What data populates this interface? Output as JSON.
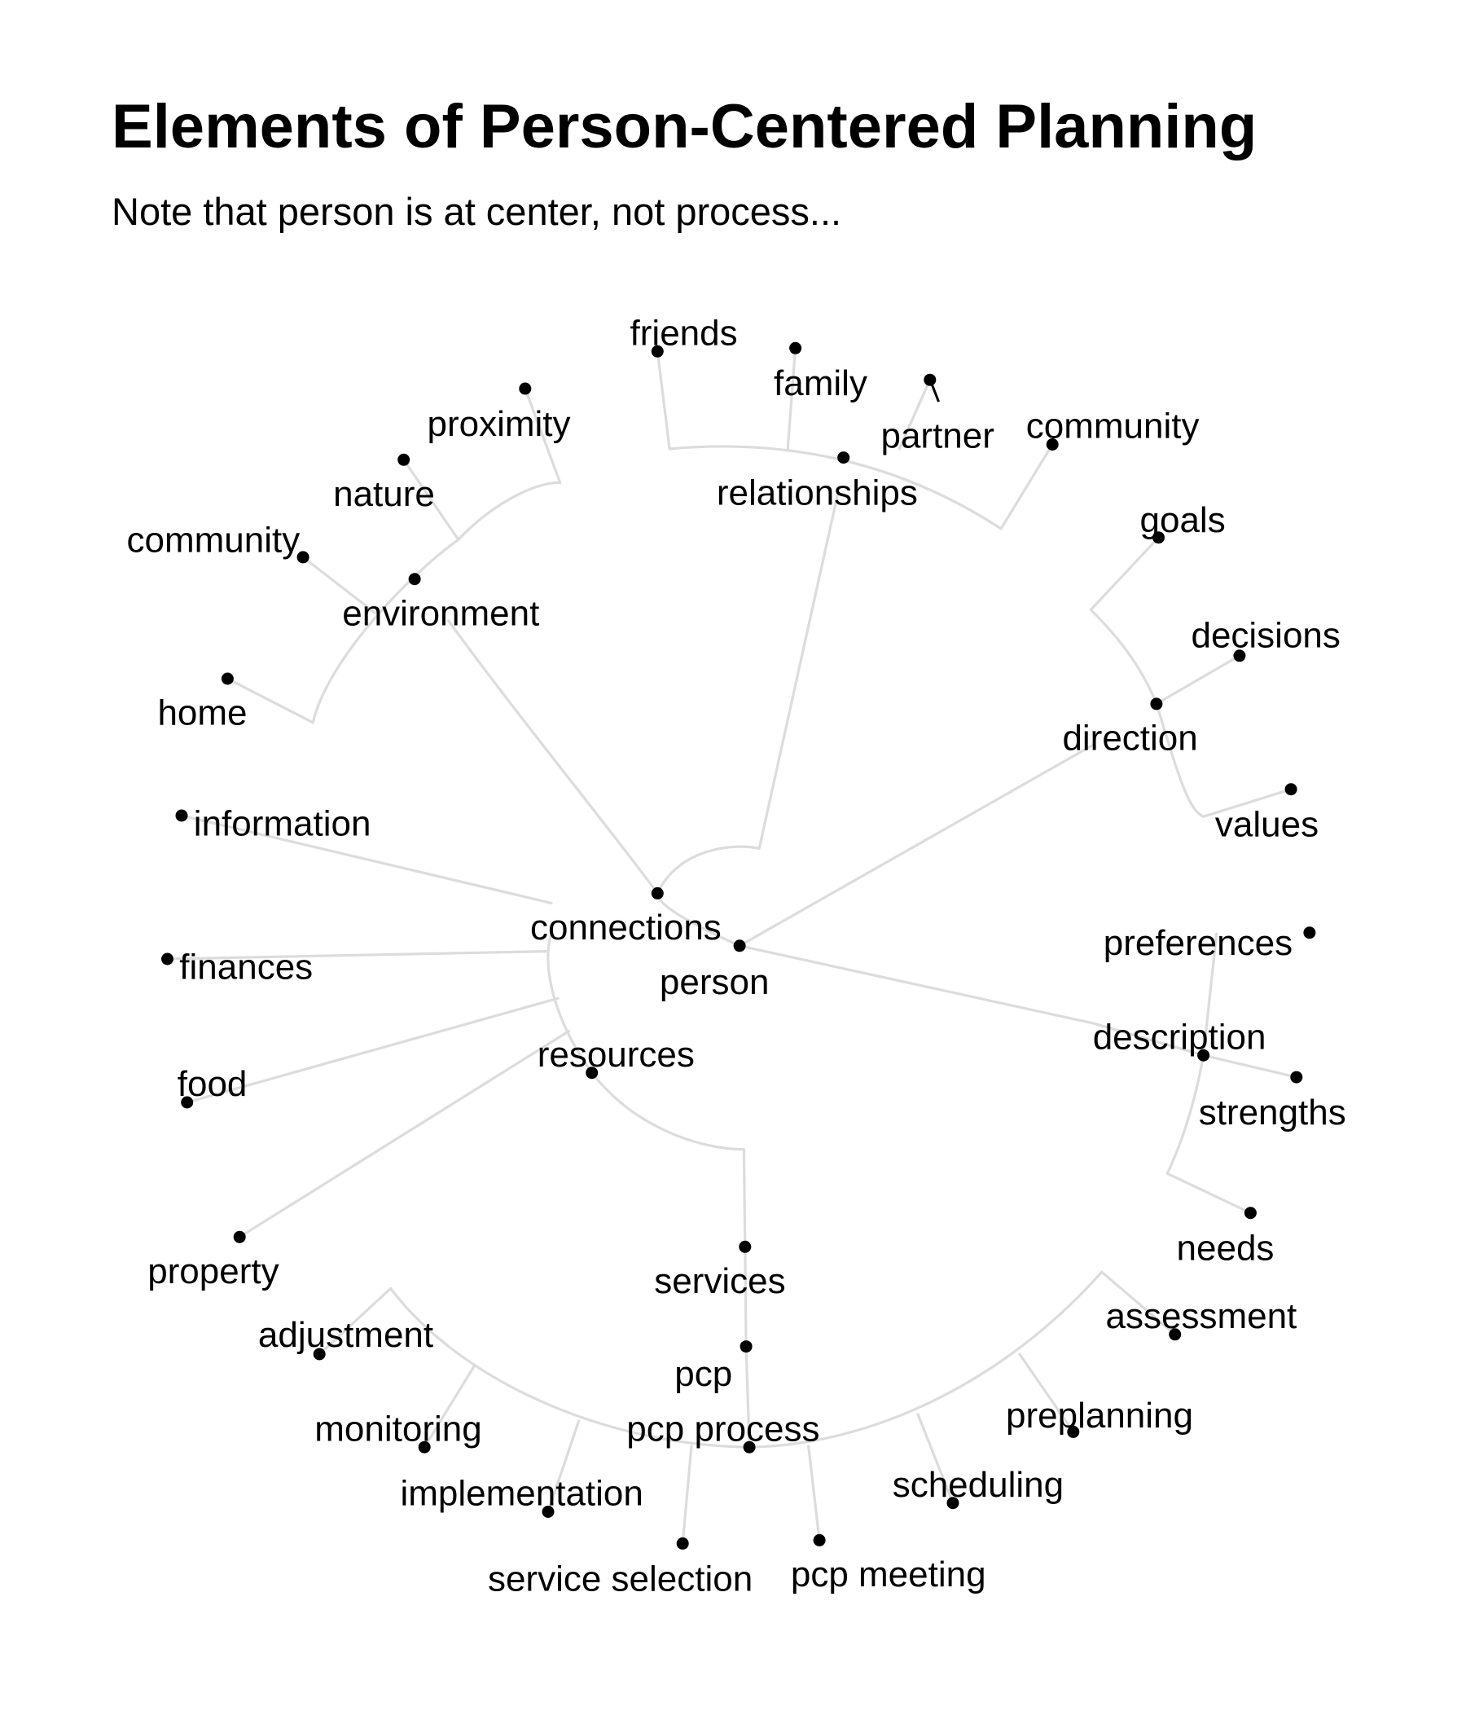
{
  "title": "Elements of Person-Centered Planning",
  "subtitle": "Note that person is at center, not process...",
  "colors": {
    "edge": "#dcdcdc",
    "node": "#000000",
    "text": "#000000",
    "background": "#ffffff"
  },
  "tree": {
    "label": "person",
    "children": [
      {
        "label": "connections",
        "children": [
          {
            "label": "relationships",
            "children": [
              {
                "label": "friends"
              },
              {
                "label": "family"
              },
              {
                "label": "partner"
              },
              {
                "label": "community"
              }
            ]
          },
          {
            "label": "environment",
            "children": [
              {
                "label": "proximity"
              },
              {
                "label": "nature"
              },
              {
                "label": "community"
              },
              {
                "label": "home"
              }
            ]
          }
        ]
      },
      {
        "label": "resources",
        "children": [
          {
            "label": "information"
          },
          {
            "label": "finances"
          },
          {
            "label": "food"
          },
          {
            "label": "property"
          },
          {
            "label": "services",
            "children": [
              {
                "label": "pcp",
                "children": [
                  {
                    "label": "pcp process",
                    "children": [
                      {
                        "label": "adjustment"
                      },
                      {
                        "label": "monitoring"
                      },
                      {
                        "label": "implementation"
                      },
                      {
                        "label": "service selection"
                      },
                      {
                        "label": "pcp meeting"
                      },
                      {
                        "label": "scheduling"
                      },
                      {
                        "label": "preplanning"
                      },
                      {
                        "label": "assessment"
                      }
                    ]
                  }
                ]
              }
            ]
          }
        ]
      },
      {
        "label": "direction",
        "children": [
          {
            "label": "goals"
          },
          {
            "label": "decisions"
          },
          {
            "label": "values"
          }
        ]
      },
      {
        "label": "description",
        "children": [
          {
            "label": "preferences"
          },
          {
            "label": "strengths"
          },
          {
            "label": "needs"
          }
        ]
      }
    ]
  }
}
